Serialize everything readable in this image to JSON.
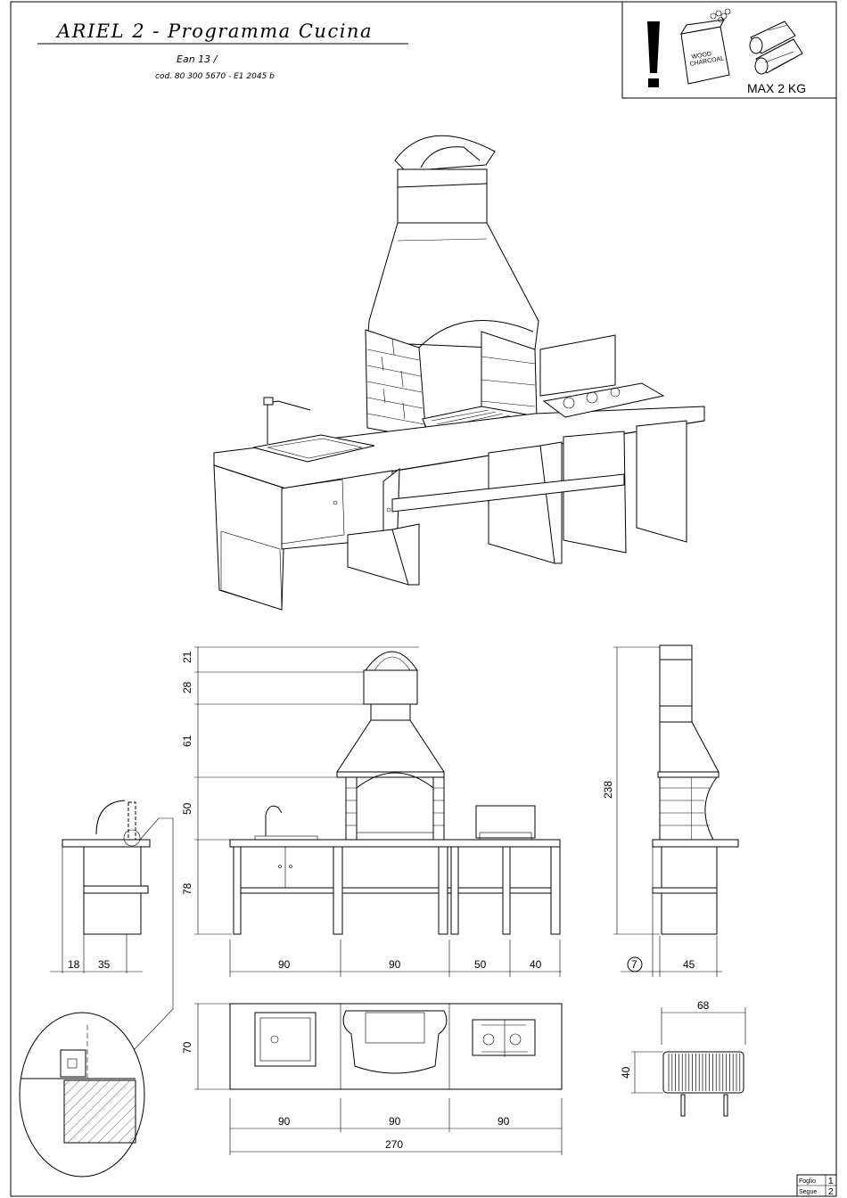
{
  "header": {
    "title": "ARIEL  2 - Programma  Cucina",
    "ean": "Ean 13  /",
    "code": "cod. 80 300 5670 - E1 2045 b"
  },
  "warning": {
    "max_load": "MAX 2 KG",
    "bag_line1": "WOOD",
    "bag_line2": "CHARCOAL"
  },
  "dimensions": {
    "front_heights": [
      "21",
      "28",
      "61",
      "50",
      "78"
    ],
    "total_height": "238",
    "front_widths": [
      "90",
      "90",
      "50",
      "40"
    ],
    "left_widths": [
      "18",
      "35"
    ],
    "side_circle": "7",
    "side_width": "45",
    "plan_depth": "70",
    "plan_widths": [
      "90",
      "90",
      "90"
    ],
    "plan_total": "270",
    "detail_width": "68",
    "detail_height": "40"
  },
  "footer": {
    "foglio_label": "Foglio",
    "foglio_value": "1",
    "segue_label": "Segue",
    "segue_value": "2"
  }
}
